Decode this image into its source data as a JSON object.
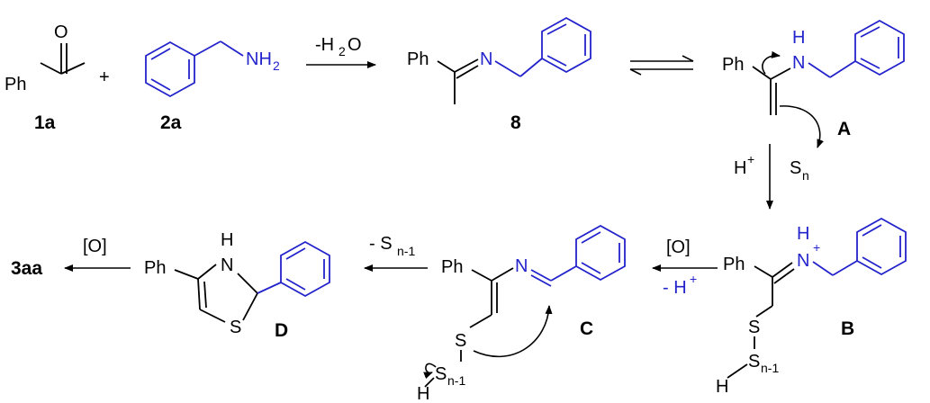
{
  "colors": {
    "reagent": "#2323cc",
    "default": "#000000"
  },
  "labels": {
    "cmpd_1a": "1a",
    "cmpd_2a": "2a",
    "cmpd_8": "8",
    "cmpd_A": "A",
    "cmpd_B": "B",
    "cmpd_C": "C",
    "cmpd_D": "D",
    "product": "3aa"
  },
  "atoms": {
    "ph": "Ph",
    "o": "O",
    "n": "N",
    "nh": "NH",
    "nh2_main": "NH",
    "sub_2": "2",
    "h": "H",
    "s": "S",
    "plus_sign": "+",
    "plus_sup": "+"
  },
  "conditions": {
    "minus_water_main": "-H",
    "minus_water_sub": "2",
    "minus_water_tail": "O",
    "h_plus_main": "H",
    "h_plus_sup": "+",
    "sn_main": "S",
    "sn_sub": "n",
    "oxidation": "[O]",
    "minus_h_main": "- H",
    "minus_h_sup": "+",
    "minus_sn1_main": "- S",
    "minus_sn1_sub": "n-1",
    "sn1_sub": "n-1"
  }
}
